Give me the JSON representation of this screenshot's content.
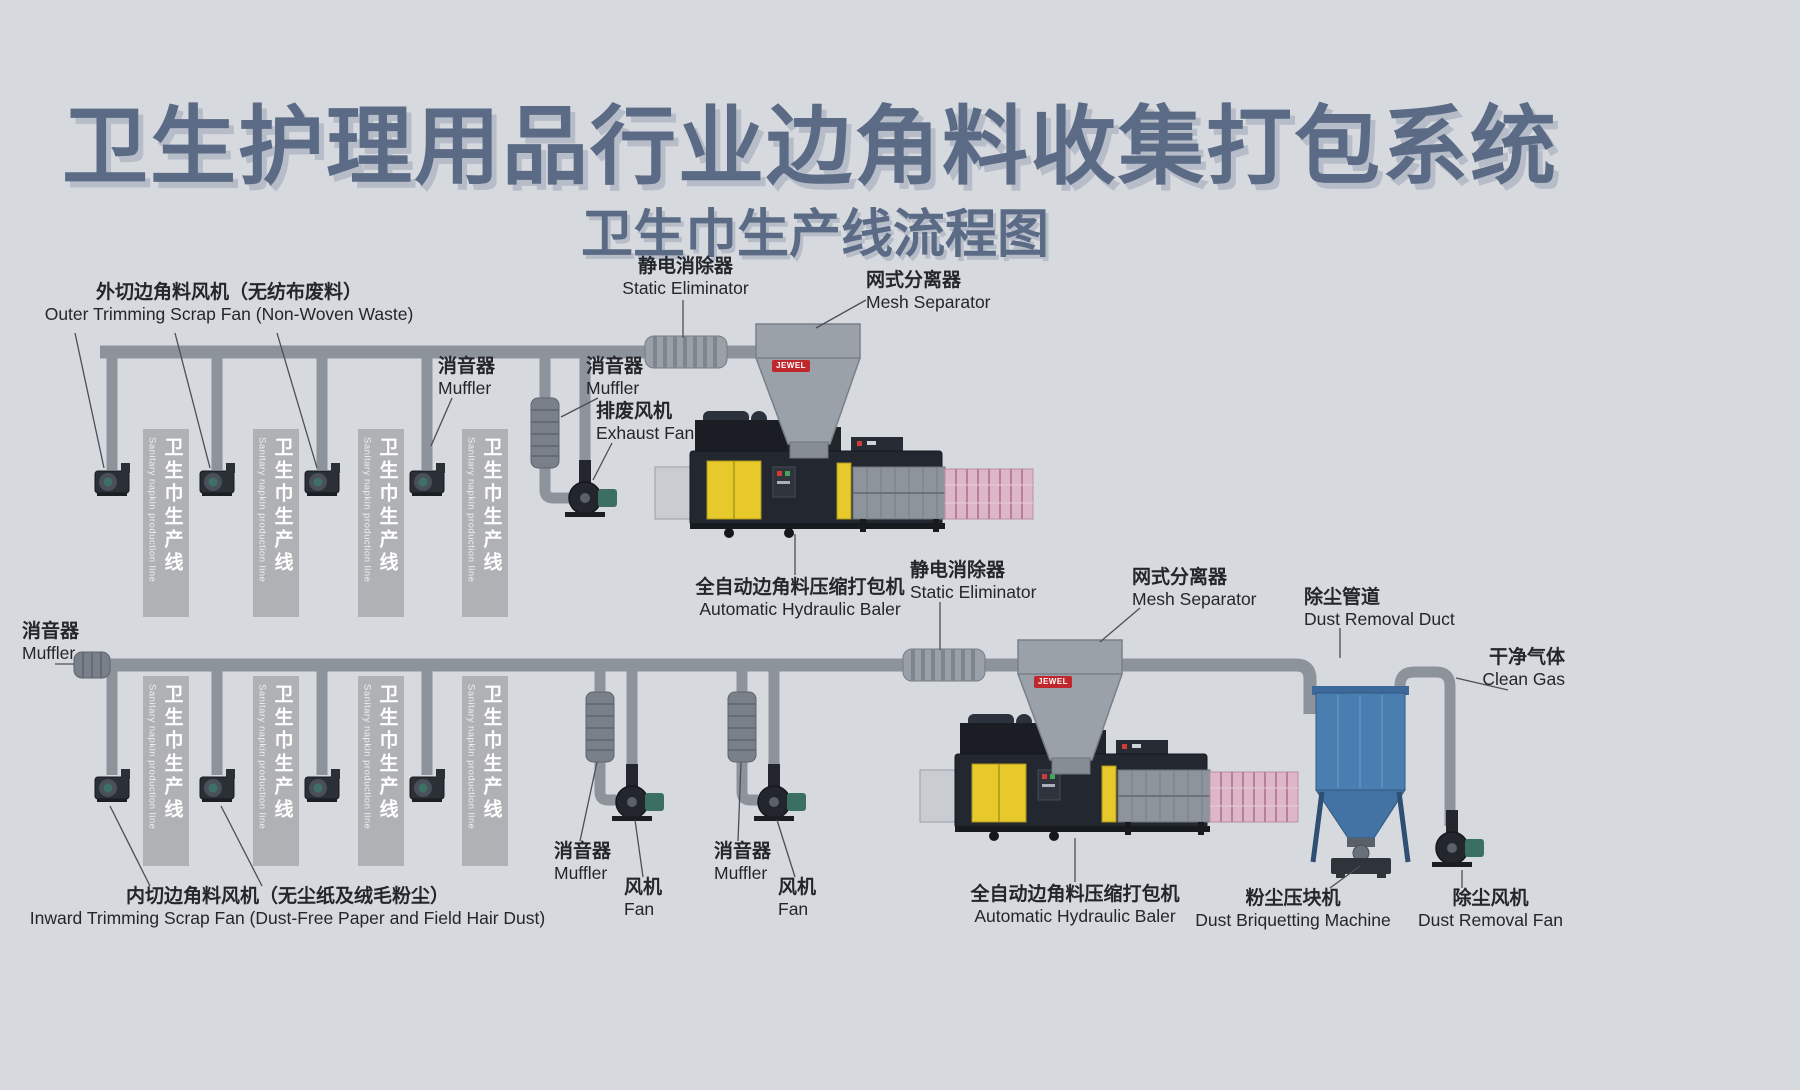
{
  "title": "卫生护理用品行业边角料收集打包系统",
  "subtitle": "卫生巾生产线流程图",
  "brand": "JEWEL",
  "production_line": {
    "zh": "卫生巾生产线",
    "en": "Sanitary napkin production line"
  },
  "labels": {
    "outer_trimming_fan": {
      "zh": "外切边角料风机（无纺布废料）",
      "en": "Outer Trimming Scrap Fan (Non-Woven Waste)"
    },
    "static_eliminator_1": {
      "zh": "静电消除器",
      "en": "Static Eliminator"
    },
    "mesh_separator_1": {
      "zh": "网式分离器",
      "en": "Mesh Separator"
    },
    "muffler_top_inline": {
      "zh": "消音器",
      "en": "Muffler"
    },
    "muffler_top_vertical": {
      "zh": "消音器",
      "en": "Muffler"
    },
    "exhaust_fan": {
      "zh": "排废风机",
      "en": "Exhaust Fan"
    },
    "baler_1": {
      "zh": "全自动边角料压缩打包机",
      "en": "Automatic Hydraulic Baler"
    },
    "static_eliminator_2": {
      "zh": "静电消除器",
      "en": "Static Eliminator"
    },
    "mesh_separator_2": {
      "zh": "网式分离器",
      "en": "Mesh Separator"
    },
    "dust_removal_duct": {
      "zh": "除尘管道",
      "en": "Dust Removal Duct"
    },
    "clean_gas": {
      "zh": "干净气体",
      "en": "Clean Gas"
    },
    "muffler_left": {
      "zh": "消音器",
      "en": "Muffler"
    },
    "inward_trimming_fan": {
      "zh": "内切边角料风机（无尘纸及绒毛粉尘）",
      "en": "Inward Trimming Scrap Fan (Dust-Free Paper and Field Hair Dust)"
    },
    "muffler_bottom_1": {
      "zh": "消音器",
      "en": "Muffler"
    },
    "fan_bottom_1": {
      "zh": "风机",
      "en": "Fan"
    },
    "muffler_bottom_2": {
      "zh": "消音器",
      "en": "Muffler"
    },
    "fan_bottom_2": {
      "zh": "风机",
      "en": "Fan"
    },
    "baler_2": {
      "zh": "全自动边角料压缩打包机",
      "en": "Automatic Hydraulic Baler"
    },
    "dust_briquetting_machine": {
      "zh": "粉尘压块机",
      "en": "Dust Briquetting Machine"
    },
    "dust_removal_fan": {
      "zh": "除尘风机",
      "en": "Dust Removal Fan"
    }
  },
  "colors": {
    "background": "#d6d9de",
    "title_text": "#5b6b85",
    "title_shadow": "#b6bcc8",
    "label_text": "#23262b",
    "pipe": "#8d939b",
    "production_bar": "#afb1b4",
    "machine_dark": "#23272f",
    "accent_yellow": "#e8c92c",
    "bale_pink": "#ddb6c8",
    "collector_blue": "#4a7eb0",
    "logo_red": "#c0272d",
    "motor_teal": "#3c6f63"
  }
}
